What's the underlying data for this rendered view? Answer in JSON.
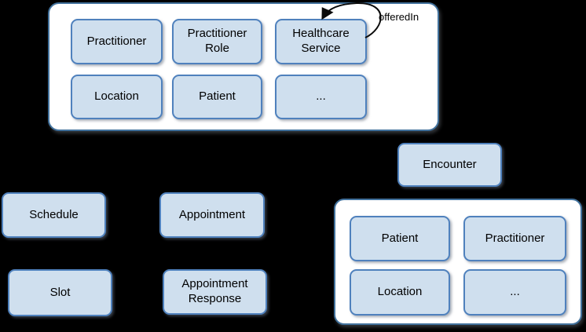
{
  "colors": {
    "background": "#000000",
    "node_fill": "#cfdfee",
    "node_border": "#4f81bd",
    "group_fill": "#ffffff",
    "group_border": "#41719c",
    "text": "#000000",
    "arrow": "#000000"
  },
  "administration_group": {
    "nodes": [
      {
        "label": "Practitioner"
      },
      {
        "label": "Practitioner Role"
      },
      {
        "label": "Healthcare Service"
      },
      {
        "label": "Location"
      },
      {
        "label": "Patient"
      },
      {
        "label": "..."
      }
    ],
    "loop_annotation": "offeredIn"
  },
  "standalone_nodes": {
    "schedule": "Schedule",
    "appointment": "Appointment",
    "slot": "Slot",
    "appointment_response": "Appointment Response",
    "encounter": "Encounter"
  },
  "encounter_group": {
    "nodes": [
      {
        "label": "Patient"
      },
      {
        "label": "Practitioner"
      },
      {
        "label": "Location"
      },
      {
        "label": "..."
      }
    ]
  }
}
